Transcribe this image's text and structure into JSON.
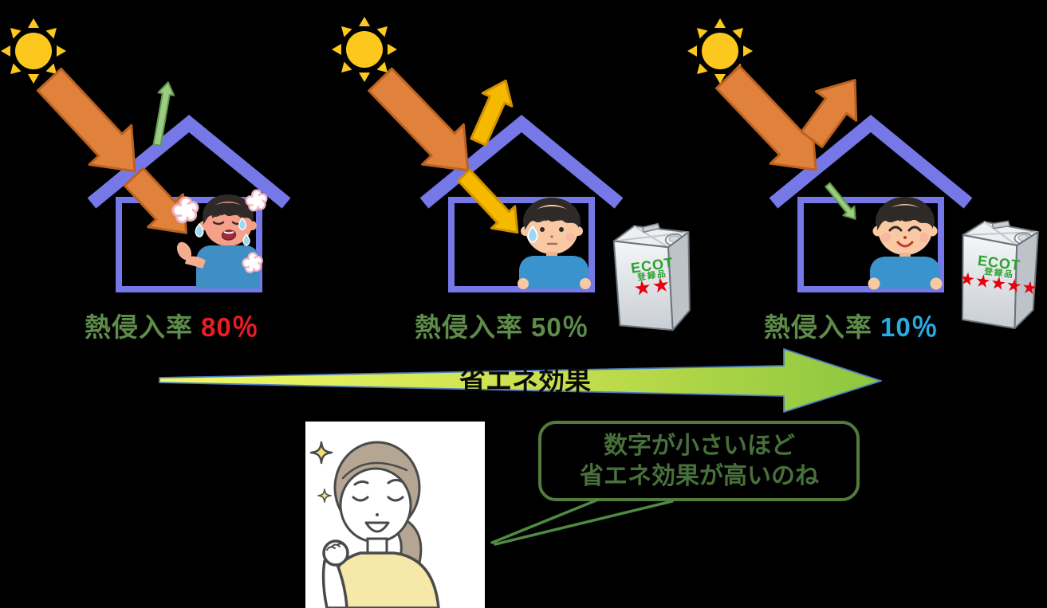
{
  "panels": [
    {
      "label": "熱侵入率",
      "value": "80％",
      "value_color": "#ed1c24"
    },
    {
      "label": "熱侵入率",
      "value": "50％",
      "value_color": "#5e8c4b"
    },
    {
      "label": "熱侵入率",
      "value": "10％",
      "value_color": "#29abe2"
    }
  ],
  "energy_arrow": {
    "label": "省エネ効果"
  },
  "speech_bubble": {
    "line1": "数字が小さいほど",
    "line2": "省エネ効果が高いのね"
  },
  "cans": {
    "middle": {
      "brand": "ECOT",
      "registered": "登録品",
      "stars": "★★",
      "star_count": 2
    },
    "right": {
      "brand": "ECOT",
      "registered": "登録品",
      "stars": "★★★★★",
      "star_count": 5
    }
  },
  "colors": {
    "background": "#000000",
    "house_outline": "#7578e6",
    "sun_yellow": "#fcc81e",
    "incident_arrow_orange": "#e0813c",
    "reflected_arrow_yellow": "#f5b900",
    "small_arrow_green": "#9ccb82",
    "label_green": "#5e8c4b",
    "value_red": "#ed1c24",
    "value_blue": "#29abe2",
    "energy_arrow_start": "#f3f966",
    "energy_arrow_end": "#8cc63e",
    "bubble_green": "#527c3e",
    "star_red": "#e8000d",
    "ecot_green": "#2ca12e"
  }
}
